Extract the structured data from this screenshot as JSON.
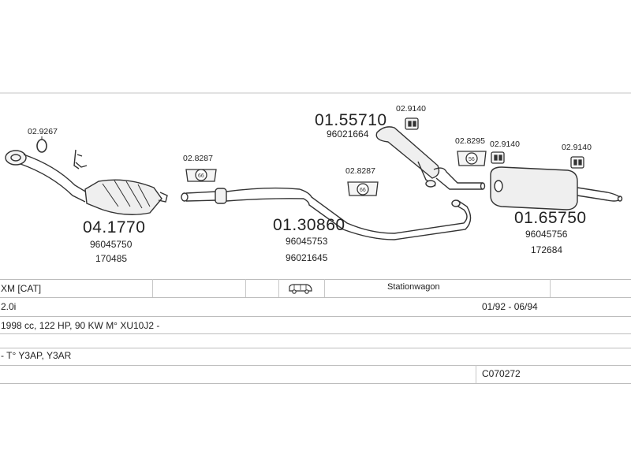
{
  "parts": {
    "catalyst": {
      "code": "04.1770",
      "refs": [
        "96045750",
        "170485"
      ]
    },
    "front_clamp": {
      "code": "02.9267"
    },
    "middle_pipe": {
      "code": "01.30860",
      "refs": [
        "96045753",
        "96021645"
      ]
    },
    "middle_clamp_a": {
      "code": "02.8287"
    },
    "middle_clamp_b": {
      "code": "02.8287"
    },
    "center_silencer": {
      "code": "01.55710",
      "refs": [
        "96021664"
      ]
    },
    "center_rubber": {
      "code": "02.9140"
    },
    "rear_clamp": {
      "code": "02.8295"
    },
    "rear_rubber_a": {
      "code": "02.9140"
    },
    "rear_rubber_b": {
      "code": "02.9140"
    },
    "rear_silencer": {
      "code": "01.65750",
      "refs": [
        "96045756",
        "172684"
      ]
    }
  },
  "vehicle": {
    "model": "XM  [CAT]",
    "body": "Stationwagon",
    "engine": "2.0i",
    "period": "01/92 - 06/94",
    "spec": "1998 cc, 122 HP, 90 KW M° XU10J2 -",
    "type": "- T° Y3AP, Y3AR",
    "code": "C070272"
  },
  "icons": {
    "body_icon": "van-icon"
  }
}
